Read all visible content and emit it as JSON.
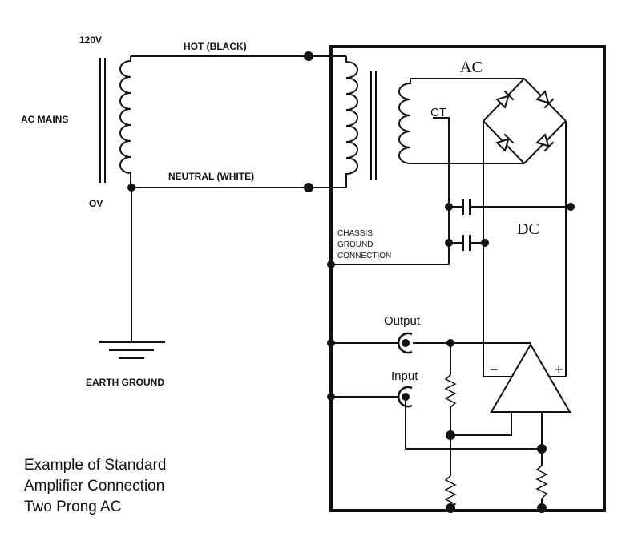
{
  "labels": {
    "v120": "120V",
    "ac_mains": "AC MAINS",
    "ov": "OV",
    "hot": "HOT (BLACK)",
    "neutral": "NEUTRAL (WHITE)",
    "ac": "AC",
    "ct": "CT",
    "dc": "DC",
    "chassis_1": "CHASSIS",
    "chassis_2": "GROUND",
    "chassis_3": "CONNECTION",
    "earth_ground": "EARTH GROUND",
    "output": "Output",
    "input": "Input",
    "minus": "−",
    "plus": "+"
  },
  "caption": {
    "line1": "Example of Standard",
    "line2": "Amplifier Connection",
    "line3": "Two Prong AC"
  }
}
